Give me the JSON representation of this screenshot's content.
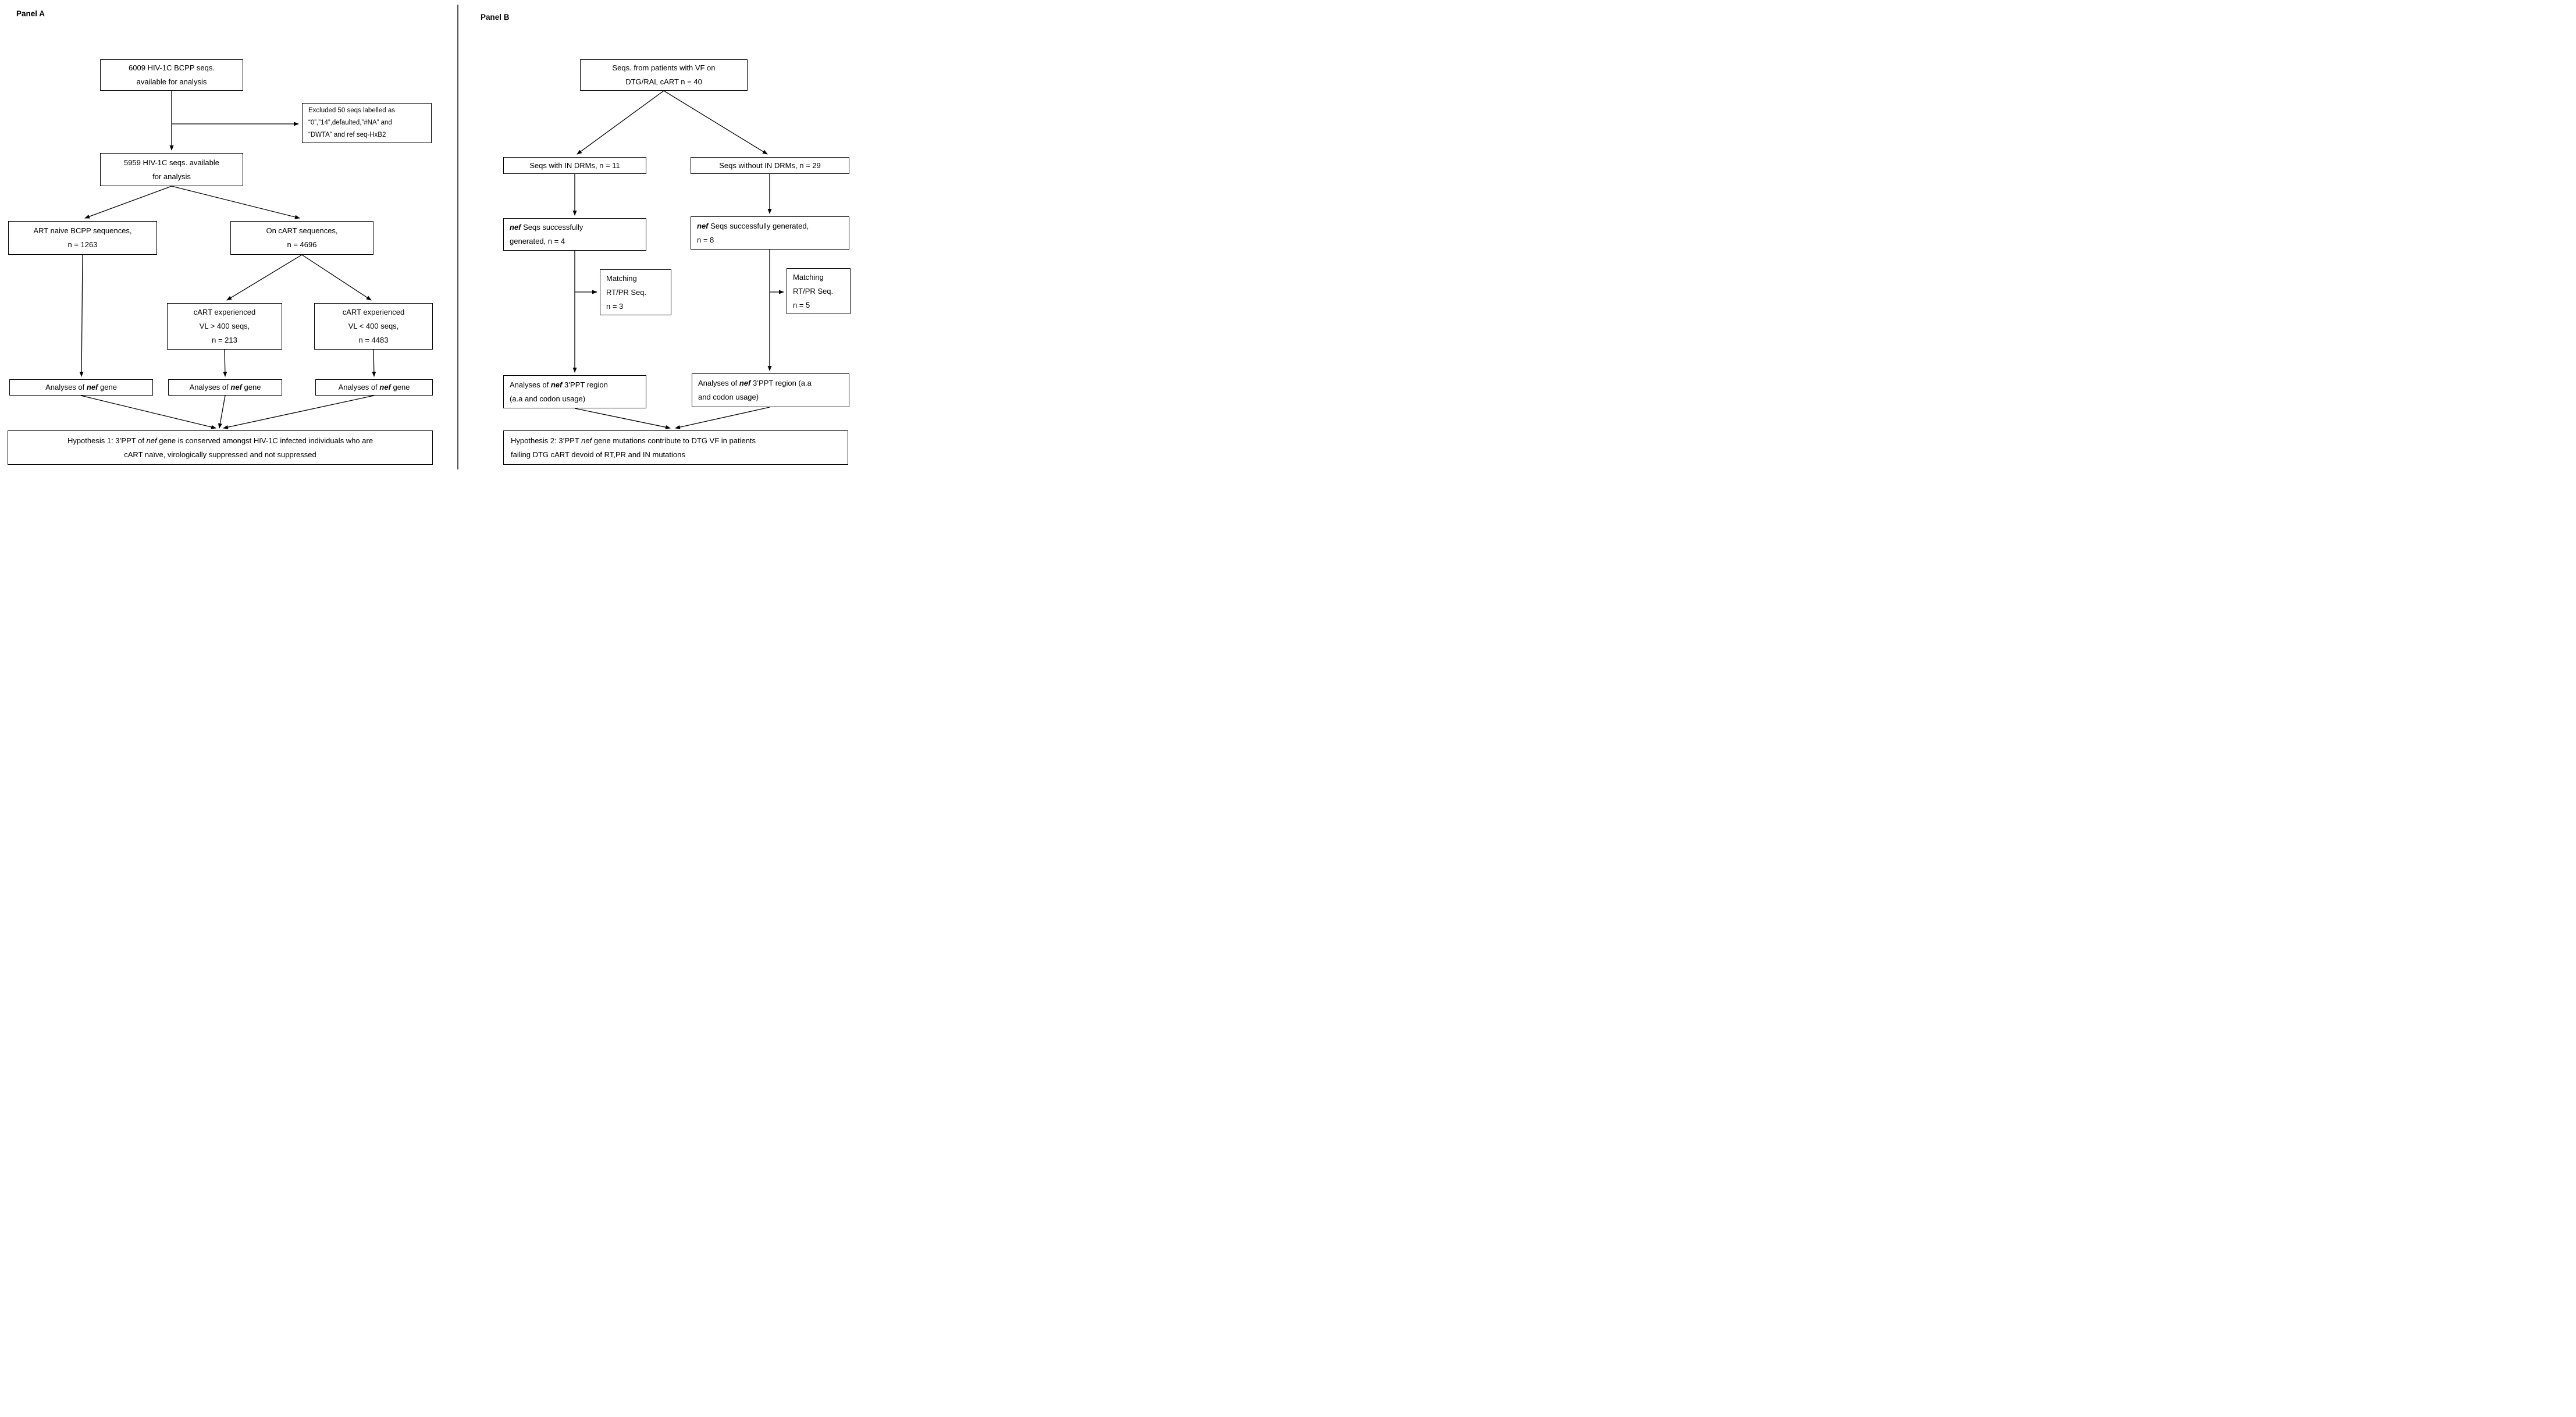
{
  "panel_a": {
    "label": "Panel A",
    "box_6009": {
      "line1": "6009 HIV-1C BCPP seqs.",
      "line2": "available for analysis"
    },
    "box_excluded": {
      "line1": "Excluded 50 seqs labelled as",
      "line2": "“0”,”14”,defaulted,”#NA” and",
      "line3": "“DWTA” and ref seq-HxB2"
    },
    "box_5959": {
      "line1": "5959 HIV-1C seqs. available",
      "line2": "for analysis"
    },
    "box_art_naive": {
      "line1": "ART naive BCPP sequences,",
      "line2": "n = 1263"
    },
    "box_on_cart": {
      "line1": "On cART sequences,",
      "line2": "n = 4696"
    },
    "box_vl_gt400": {
      "line1": "cART experienced",
      "line2": "VL > 400 seqs,",
      "line3": "n = 213"
    },
    "box_vl_lt400": {
      "line1": "cART experienced",
      "line2": "VL < 400 seqs,",
      "line3": "n = 4483"
    },
    "box_analyses_nef": {
      "pre": "Analyses of ",
      "gene": "nef",
      "post": " gene"
    },
    "box_hypothesis1": {
      "line1_pre": "Hypothesis 1: 3’PPT of ",
      "line1_gene": "nef",
      "line1_post": " gene is conserved amongst HIV-1C infected individuals who are",
      "line2": "cART naïve, virologically suppressed and not suppressed"
    }
  },
  "panel_b": {
    "label": "Panel B",
    "box_vf": {
      "line1": "Seqs. from patients with VF on",
      "line2": "DTG/RAL cART n = 40"
    },
    "box_with_drms": "Seqs with IN DRMs, n = 11",
    "box_without_drms": "Seqs without IN DRMs, n = 29",
    "box_nef4": {
      "line1_gene": "nef",
      "line1_post": " Seqs successfully",
      "line2": "generated, n = 4"
    },
    "box_nef8": {
      "line1_gene": "nef",
      "line1_post": " Seqs successfully generated,",
      "line2": "n = 8"
    },
    "box_match3": {
      "line1": "Matching",
      "line2": "RT/PR Seq.",
      "line3": "n = 3"
    },
    "box_match5": {
      "line1": "Matching",
      "line2": "RT/PR Seq.",
      "line3": "n = 5"
    },
    "box_ppt_left": {
      "line1_pre": "Analyses of ",
      "line1_gene": "nef",
      "line1_post": " 3’PPT region",
      "line2": "(a.a and codon usage)"
    },
    "box_ppt_right": {
      "line1_pre": "Analyses of ",
      "line1_gene": "nef",
      "line1_post": " 3’PPT region (a.a",
      "line2": "and codon usage)"
    },
    "box_hypothesis2": {
      "line1_pre": "Hypothesis 2: 3’PPT ",
      "line1_gene": "nef",
      "line1_post": " gene mutations contribute to DTG VF in patients",
      "line2": "failing DTG cART devoid of RT,PR and IN mutations"
    }
  }
}
